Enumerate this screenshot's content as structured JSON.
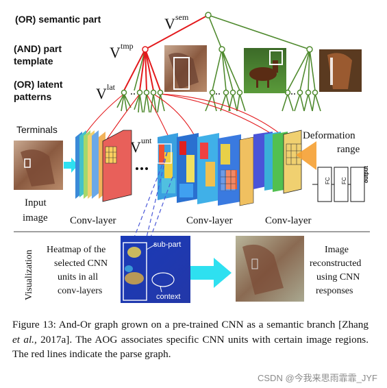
{
  "labels": {
    "or_semantic": "(OR) semantic part",
    "and_part_1": "(AND) part",
    "and_part_2": "template",
    "or_latent_1": "(OR) latent",
    "or_latent_2": "patterns",
    "terminals": "Terminals",
    "v_sem_base": "V",
    "v_sem_sup": "sem",
    "v_tmp_base": "V",
    "v_tmp_sup": "tmp",
    "v_lat_base": "V",
    "v_lat_sup": "lat",
    "v_unt_base": "V",
    "v_unt_sup": "unt",
    "deformation_1": "Deformation",
    "deformation_2": "range",
    "input_1": "Input",
    "input_2": "image",
    "conv_layer_1": "Conv-layer",
    "conv_layer_2": "Conv-layer",
    "conv_layer_3": "Conv-layer",
    "fc_1": "FC",
    "fc_2": "FC",
    "output": "output",
    "visualization": "Visualization",
    "heatmap_1": "Heatmap of the",
    "heatmap_2": "selected CNN",
    "heatmap_3": "units in all",
    "heatmap_4": "conv-layers",
    "sub_part": "sub-part",
    "context": "context",
    "image_rec_1": "Image",
    "image_rec_2": "reconstructed",
    "image_rec_3": "using CNN",
    "image_rec_4": "responses"
  },
  "caption": {
    "prefix": "Figure 13: And-Or graph grown on a pre-trained CNN as a semantic branch [Zhang ",
    "etal": "et al.",
    "suffix": ", 2017a].  The AOG associates specific CNN units with certain image regions.  The red lines indicate the parse graph."
  },
  "watermark": "CSDN @今我来思雨霏霏_JYF",
  "colors": {
    "parse_graph": "#e3191c",
    "tree": "#4f8a2e",
    "node_fill": "#ffffff",
    "cyan_arrow": "#2ee0f0",
    "dashed_blue": "#4a58d8"
  }
}
